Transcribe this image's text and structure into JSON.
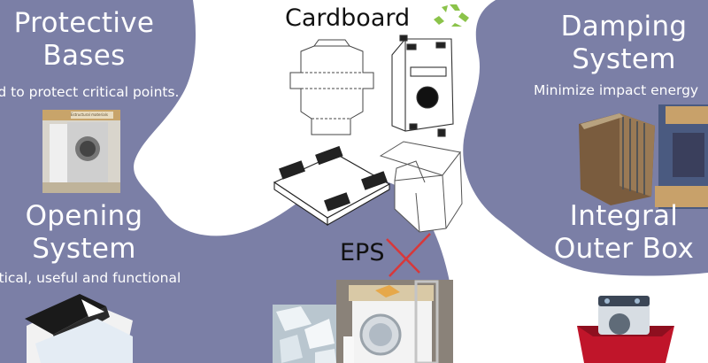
{
  "sections": {
    "protective_bases": {
      "title": "Protective\nBases",
      "subtitle": "ned to protect critical points."
    },
    "damping_system": {
      "title": "Damping\nSystem",
      "subtitle": "Minimize impact energy"
    },
    "opening_system": {
      "title": "Opening\nSystem",
      "subtitle": "ctical, useful and functional"
    },
    "integral_outer_box": {
      "title": "Integral\nOuter Box"
    }
  },
  "materials": {
    "cardboard_label": "Cardboard",
    "eps_label": "EPS"
  },
  "photo_texts": {
    "packaging_label": "Estructural materials"
  },
  "colors": {
    "blob": "#7b7fa6",
    "recycle_icon": "#8bc34a",
    "cross": "#d8383a",
    "text_on_blob": "#ffffff",
    "red_box": "#c0152a"
  }
}
